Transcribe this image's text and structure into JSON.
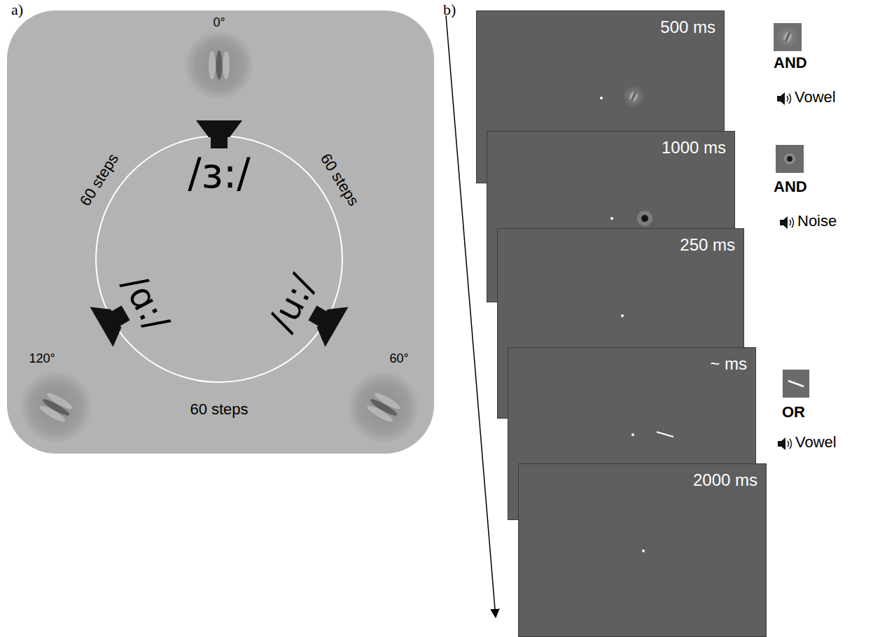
{
  "diagram": {
    "nodes": [
      {
        "text": [
          "0°",
          "/ɜ:/",
          "60 steps",
          "60 steps",
          "/ɑ:/",
          "/u:/",
          "120°",
          "60°",
          "60 steps"
        ]
      },
      {
        "text": [
          "500 ms"
        ]
      },
      {
        "text": [
          "1000 ms"
        ]
      },
      {
        "text": [
          "250 ms"
        ]
      },
      {
        "text": [
          "~ ms"
        ]
      },
      {
        "text": [
          "2000 ms"
        ]
      }
    ],
    "labels": [
      "a)",
      "b)",
      "AND",
      "Vowel",
      "AND",
      "Noise",
      "OR",
      "Vowel"
    ]
  }
}
